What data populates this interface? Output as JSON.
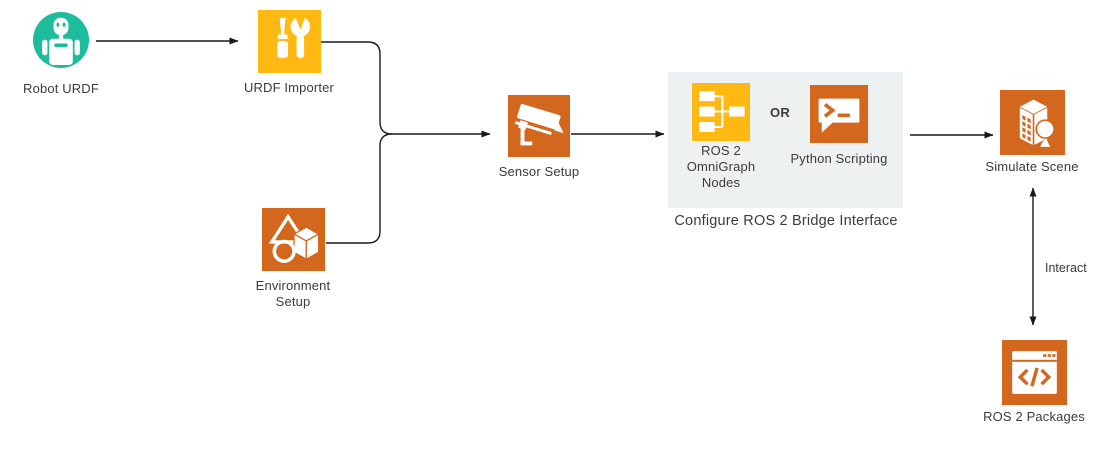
{
  "colors": {
    "background": "#ffffff",
    "teal": "#1cbc9c",
    "yellow": "#ffb912",
    "orange": "#d4671e",
    "panel_bg": "#eef1f2",
    "text": "#3b3b3b",
    "line": "#1a1a1a",
    "icon_glyph": "#ffffff"
  },
  "nodes": {
    "robot_urdf": {
      "label": "Robot URDF",
      "icon": "robot-icon"
    },
    "urdf_importer": {
      "label": "URDF Importer",
      "icon": "tools-icon"
    },
    "environment_setup": {
      "label": "Environment\nSetup",
      "icon": "shapes-icon"
    },
    "sensor_setup": {
      "label": "Sensor Setup",
      "icon": "camera-icon"
    },
    "ros2_omnigraph_nodes": {
      "label": "ROS 2\nOmniGraph\nNodes",
      "icon": "node-graph-icon"
    },
    "python_scripting": {
      "label": "Python Scripting",
      "icon": "terminal-icon"
    },
    "simulate_scene": {
      "label": "Simulate Scene",
      "icon": "building-icon"
    },
    "ros2_packages": {
      "label": "ROS 2 Packages",
      "icon": "code-window-icon"
    }
  },
  "bridge_panel": {
    "or_label": "OR",
    "caption": "Configure ROS 2 Bridge Interface"
  },
  "connections": {
    "interact_label": "Interact"
  }
}
